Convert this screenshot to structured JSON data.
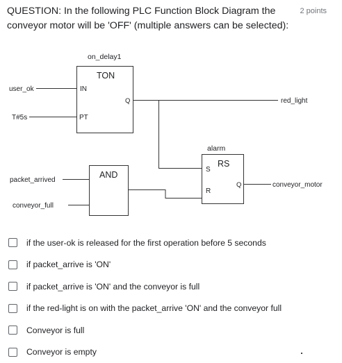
{
  "question": {
    "text": "QUESTION: In the following PLC Function Block Diagram the conveyor motor will be 'OFF' (multiple answers can be selected):",
    "points": "2 points"
  },
  "diagram": {
    "on_delay_instance": "on_delay1",
    "on_delay_type": "TON",
    "on_delay_in": "IN",
    "on_delay_pt": "PT",
    "on_delay_q": "Q",
    "and_type": "AND",
    "alarm_instance": "alarm",
    "alarm_type": "RS",
    "alarm_s": "S",
    "alarm_r": "R",
    "alarm_q": "Q",
    "input_user_ok": "user_ok",
    "input_time": "T#5s",
    "input_packet_arrived": "packet_arrived",
    "input_conveyor_full": "conveyor_full",
    "output_red_light": "red_light",
    "output_conveyor_motor": "conveyor_motor"
  },
  "options": [
    "if the user-ok is released for the first operation before 5 seconds",
    "if packet_arrive is 'ON'",
    "if packet_arrive is 'ON' and the conveyor is full",
    "if the red-light is on with the packet_arrive 'ON' and the conveyor full",
    "Conveyor is full",
    "Conveyor is empty"
  ]
}
